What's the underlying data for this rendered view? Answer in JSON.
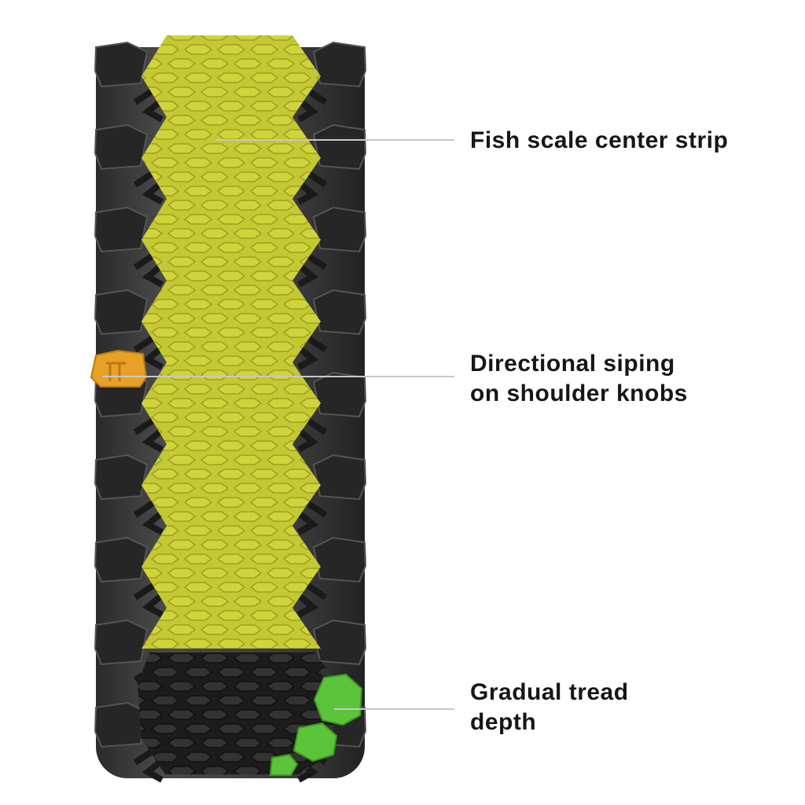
{
  "callouts": [
    {
      "id": "center-strip",
      "lines": [
        "Fish scale center strip"
      ],
      "color": "#c2c62e"
    },
    {
      "id": "siping",
      "lines": [
        "Directional siping",
        "on shoulder knobs"
      ],
      "color": "#e8a126"
    },
    {
      "id": "tread-depth",
      "lines": [
        "Gradual tread",
        "depth"
      ],
      "color": "#5cc43a"
    }
  ],
  "colors": {
    "tire": "#3a3a3a",
    "knob": "#262626",
    "strip": "#c4c832",
    "leader": "#c8c8c8"
  }
}
